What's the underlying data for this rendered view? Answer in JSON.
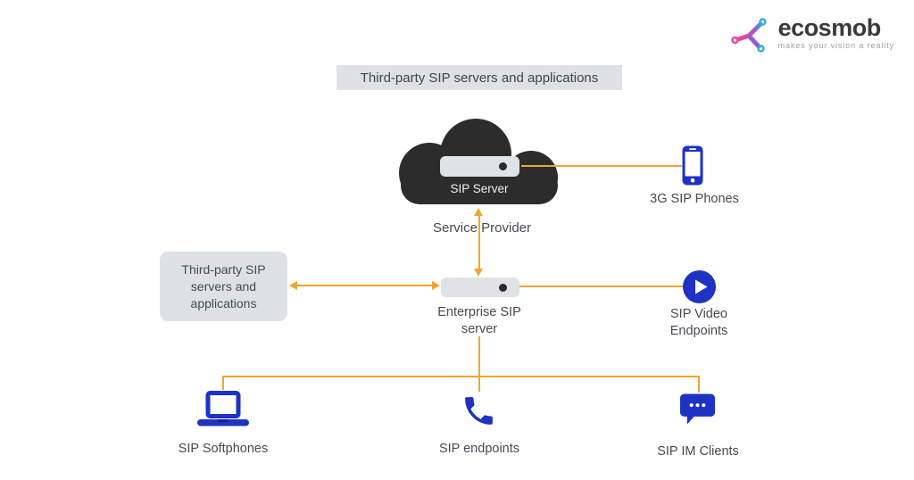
{
  "logo": {
    "brand": "ecosmob",
    "tagline": "makes your vision a reality"
  },
  "banner": {
    "text": "Third-party SIP servers and applications"
  },
  "colors": {
    "accent_yellow": "#F2A431",
    "icon_blue": "#1E32C4",
    "cloud_dark": "#2D2C2C",
    "panel_grey": "#DEE2E6",
    "text_dark": "#454B51"
  },
  "diagram": {
    "sip_server": {
      "label": "SIP Server"
    },
    "service_provider": {
      "label": "Service Provider"
    },
    "enterprise_server": {
      "line1": "Enterprise SIP",
      "line2": "server"
    },
    "third_party_box": {
      "line1": "Third-party SIP",
      "line2": "servers and",
      "line3": "applications"
    },
    "phones_3g": {
      "label": "3G SIP Phones"
    },
    "video_endpoints": {
      "line1": "SIP Video",
      "line2": "Endpoints"
    },
    "softphones": {
      "label": "SIP Softphones"
    },
    "endpoints": {
      "label": "SIP endpoints"
    },
    "im_clients": {
      "label": "SIP IM Clients"
    }
  }
}
